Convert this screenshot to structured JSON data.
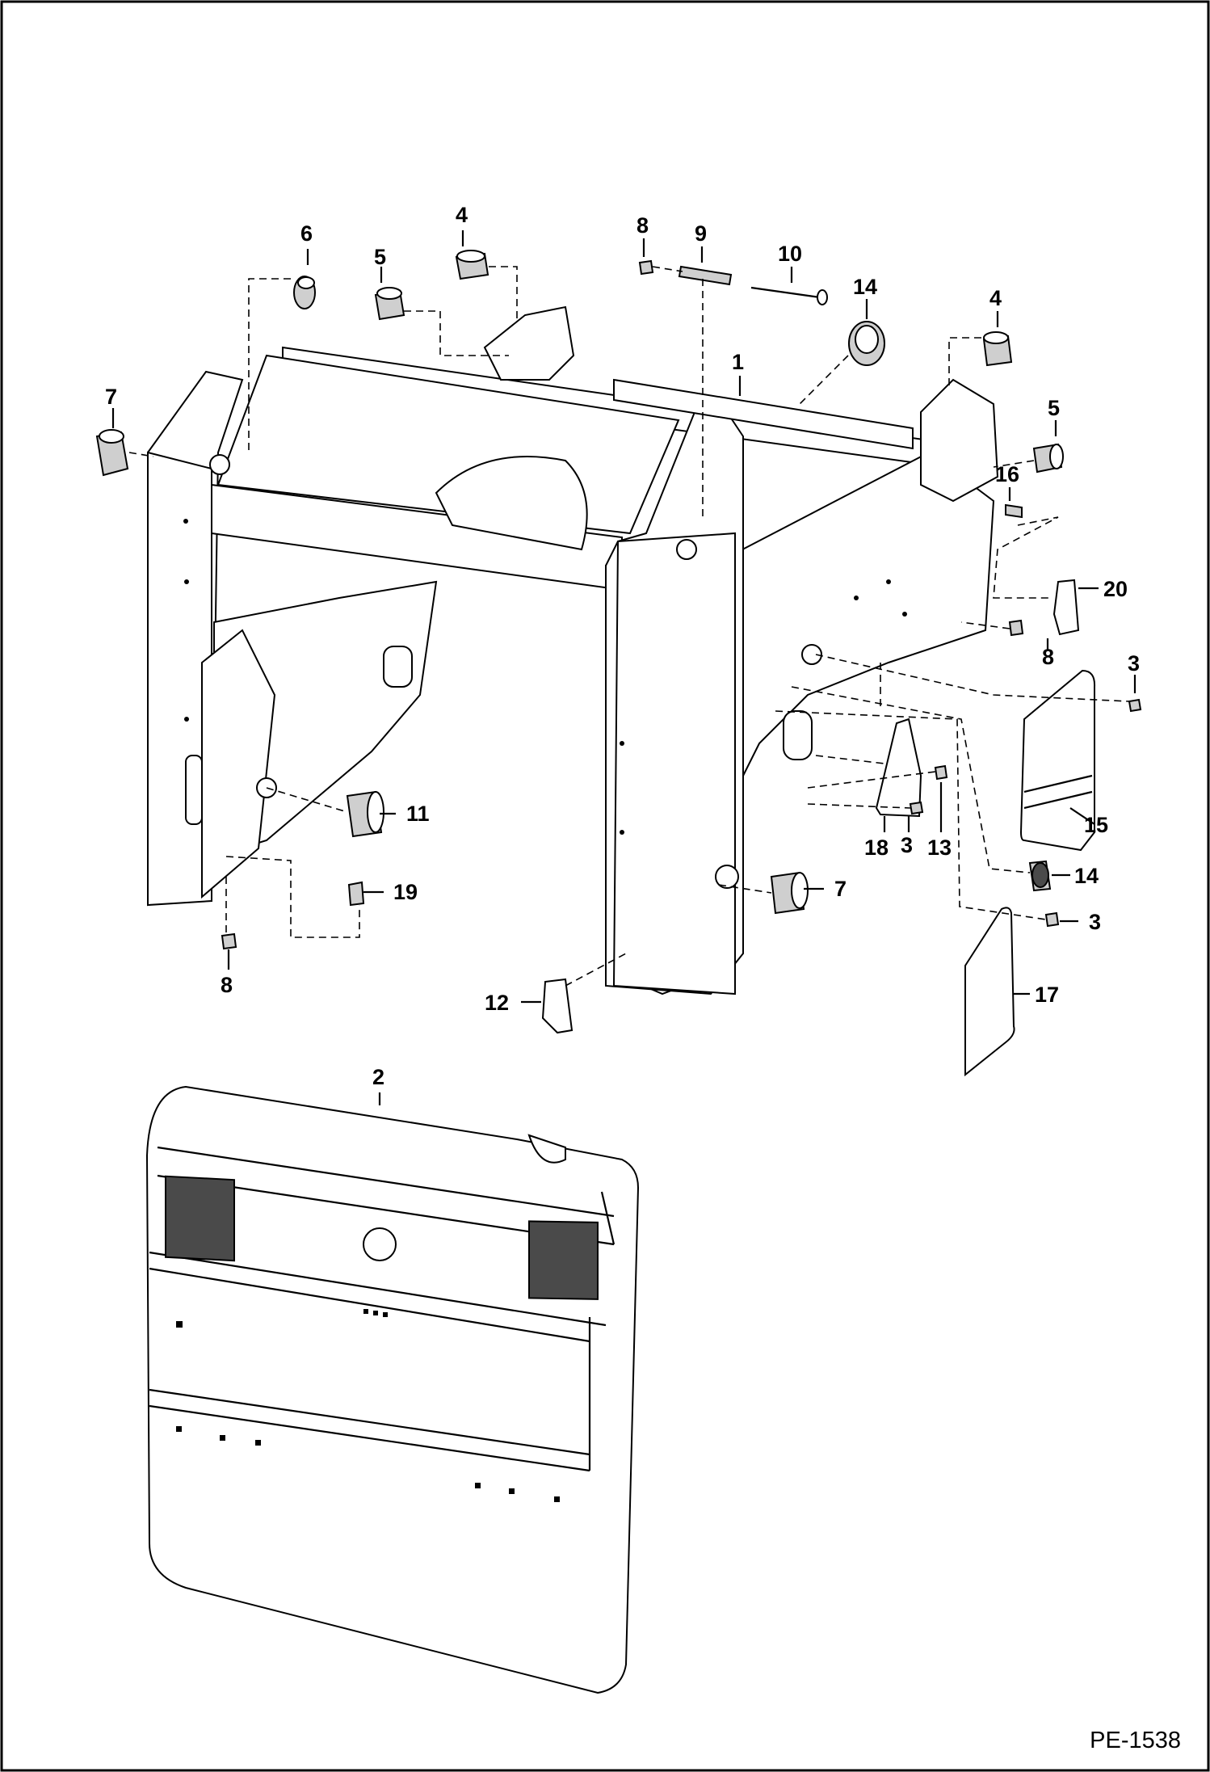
{
  "drawing_code": "PE-1538",
  "callouts": {
    "c1": "1",
    "c2": "2",
    "c3a": "3",
    "c3b": "3",
    "c3c": "3",
    "c4a": "4",
    "c4b": "4",
    "c5a": "5",
    "c5b": "5",
    "c6": "6",
    "c7a": "7",
    "c7b": "7",
    "c8a": "8",
    "c8b": "8",
    "c8c": "8",
    "c9": "9",
    "c10": "10",
    "c11": "11",
    "c12": "12",
    "c13": "13",
    "c14a": "14",
    "c14b": "14",
    "c15": "15",
    "c16": "16",
    "c17": "17",
    "c18": "18",
    "c19": "19",
    "c20": "20"
  }
}
